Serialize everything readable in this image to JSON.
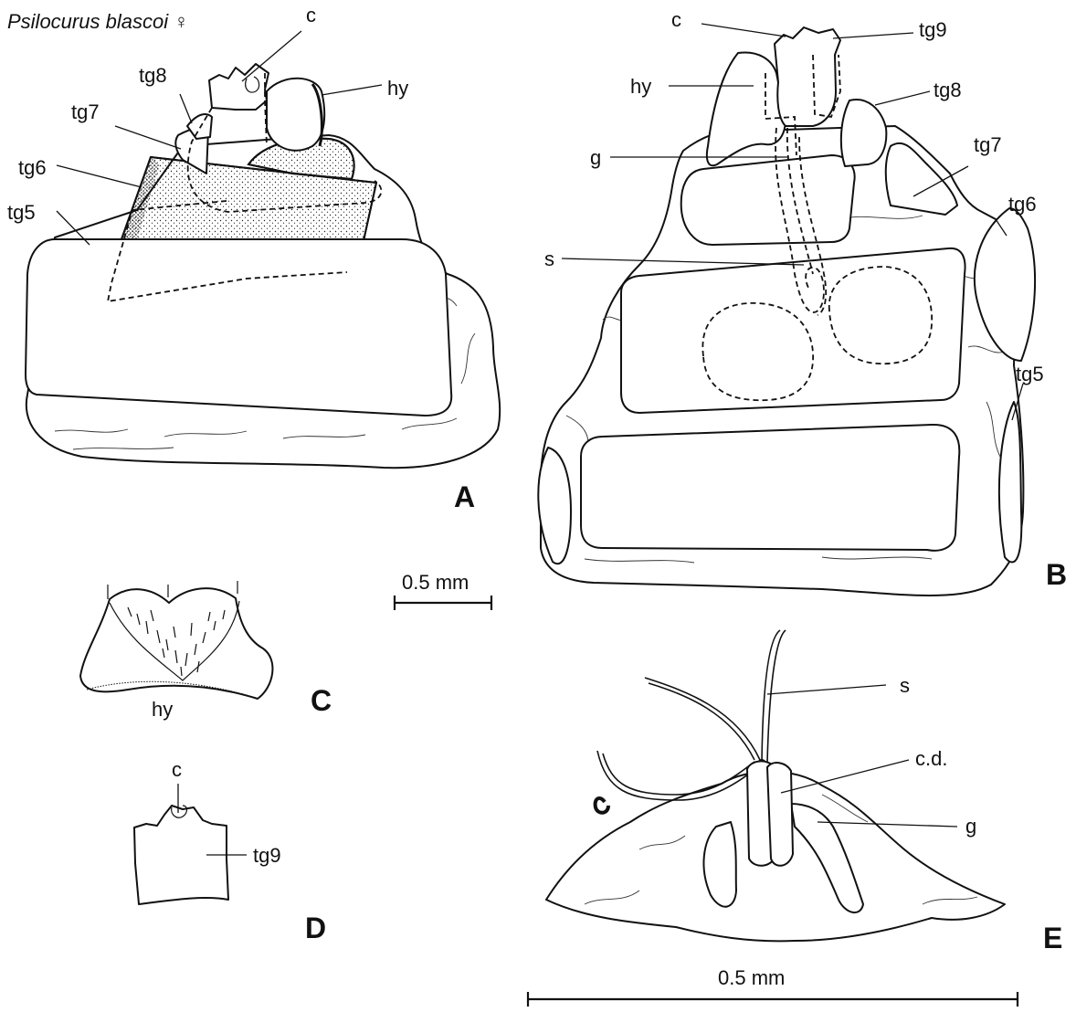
{
  "title": "Psilocurus blascoi ♀",
  "scale_bars": {
    "upper": "0.5 mm",
    "lower": "0.5 mm"
  },
  "panels": {
    "A": {
      "letter": "A",
      "labels": {
        "c": "c",
        "tg8": "tg8",
        "hy": "hy",
        "tg7": "tg7",
        "tg6": "tg6",
        "tg5": "tg5"
      }
    },
    "B": {
      "letter": "B",
      "labels": {
        "c": "c",
        "tg9": "tg9",
        "hy": "hy",
        "tg8": "tg8",
        "tg7": "tg7",
        "g": "g",
        "tg6": "tg6",
        "s": "s",
        "tg5": "tg5"
      }
    },
    "C": {
      "letter": "C",
      "labels": {
        "hy": "hy"
      }
    },
    "D": {
      "letter": "D",
      "labels": {
        "c": "c",
        "tg9": "tg9"
      }
    },
    "E": {
      "letter": "E",
      "labels": {
        "s": "s",
        "cd": "c.d.",
        "g": "g"
      }
    }
  }
}
